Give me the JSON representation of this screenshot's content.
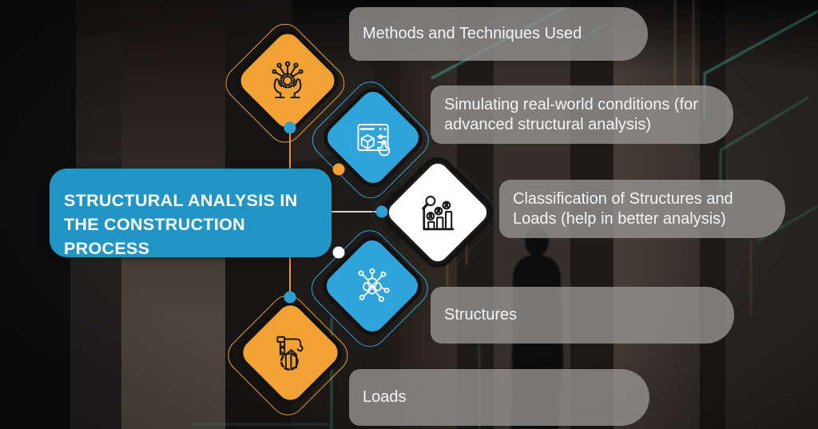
{
  "title": {
    "line1": "STRUCTURAL ANALYSIS IN",
    "line2": "THE CONSTRUCTION PROCESS"
  },
  "nodes": [
    {
      "label": "Methods and Techniques Used",
      "icon": "hands-gear-network-icon",
      "diamond_color": "orange"
    },
    {
      "label": "Simulating real-world conditions (for advanced structural analysis)",
      "icon": "browser-cube-settings-icon",
      "diamond_color": "blue"
    },
    {
      "label": "Classification of Structures and Loads (help in better analysis)",
      "icon": "chart-people-search-icon",
      "diamond_color": "white"
    },
    {
      "label": "Structures",
      "icon": "molecule-network-icon",
      "diamond_color": "blue"
    },
    {
      "label": "Loads",
      "icon": "crane-gear-building-icon",
      "diamond_color": "orange"
    }
  ],
  "colors": {
    "orange": "#F2A233",
    "blue": "#2FA4DA",
    "title_blue": "#2095C6",
    "pill_gray": "rgba(150,148,146,0.8)",
    "neon_teal": "#56C9B6",
    "diamond_white": "#FFFFFF",
    "text_white": "#FFFFFF"
  }
}
